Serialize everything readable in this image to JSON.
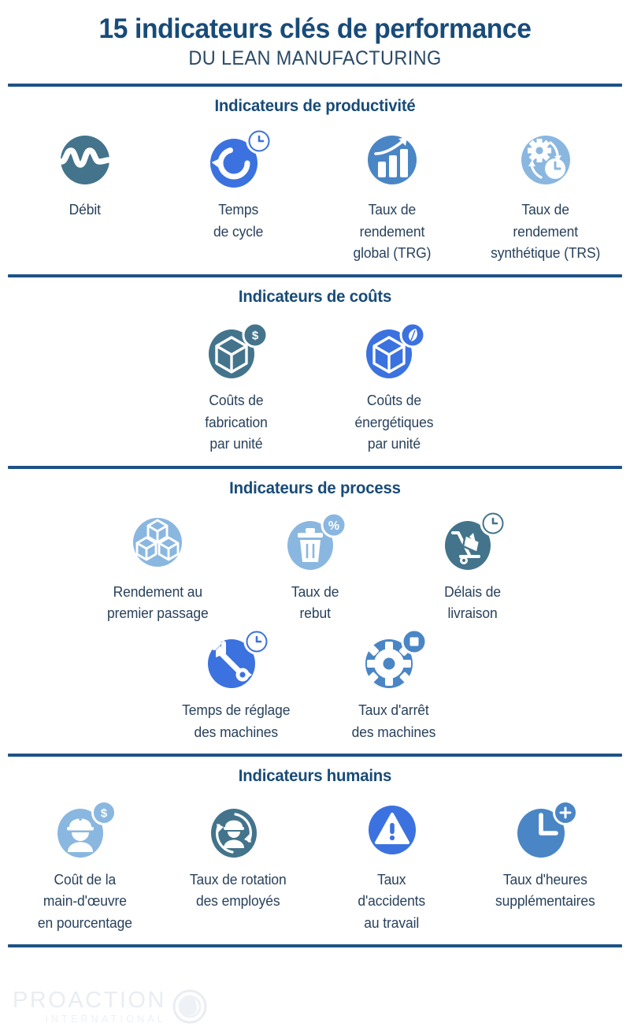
{
  "header": {
    "title": "15 indicateurs clés de performance",
    "subtitle": "DU LEAN MANUFACTURING"
  },
  "colors": {
    "navy": "#184b78",
    "bright_blue": "#3b72df",
    "medium_blue": "#4a86c5",
    "light_blue": "#8ab7e0",
    "teal": "#43748c",
    "label_text": "#28415c",
    "divider": "#1d5286",
    "watermark": "#e9edf2"
  },
  "sections": [
    {
      "title": "Indicateurs de productivité",
      "rows": [
        {
          "items": [
            {
              "label": "Débit",
              "icon": "throughput-wave-icon",
              "color": "teal",
              "badge": "none"
            },
            {
              "label": "Temps\nde cycle",
              "icon": "cycle-time-icon",
              "color": "bright_blue",
              "badge": "clock"
            },
            {
              "label": "Taux de\nrendement\nglobal (TRG)",
              "icon": "bar-chart-growth-icon",
              "color": "medium_blue",
              "badge": "none"
            },
            {
              "label": "Taux de\nrendement\nsynthétique (TRS)",
              "icon": "gear-clock-cycle-icon",
              "color": "light_blue",
              "badge": "none"
            }
          ]
        }
      ]
    },
    {
      "title": "Indicateurs de coûts",
      "rows": [
        {
          "items": [
            {
              "label": "Coûts de\nfabrication\npar unité",
              "icon": "box-dollar-icon",
              "color": "teal",
              "badge": "dollar"
            },
            {
              "label": "Coûts de\nénergétiques\npar unité",
              "icon": "box-leaf-icon",
              "color": "bright_blue",
              "badge": "leaf"
            }
          ]
        }
      ]
    },
    {
      "title": "Indicateurs de process",
      "rows": [
        {
          "items": [
            {
              "label": "Rendement au\npremier passage",
              "icon": "stacked-cubes-icon",
              "color": "light_blue",
              "badge": "none"
            },
            {
              "label": "Taux de\nrebut",
              "icon": "trash-bin-icon",
              "color": "light_blue",
              "badge": "percent"
            },
            {
              "label": "Délais de\nlivraison",
              "icon": "hand-truck-delivery-icon",
              "color": "teal",
              "badge": "clock"
            }
          ]
        },
        {
          "items": [
            {
              "label": "Temps de réglage\ndes machines",
              "icon": "wrench-icon",
              "color": "bright_blue",
              "badge": "clock"
            },
            {
              "label": "Taux d'arrêt\ndes machines",
              "icon": "gear-icon",
              "color": "medium_blue",
              "badge": "stop-square"
            }
          ]
        }
      ]
    },
    {
      "title": "Indicateurs humains",
      "rows": [
        {
          "items": [
            {
              "label": "Coût de la\nmain-d'œuvre\nen pourcentage",
              "icon": "worker-helmet-icon",
              "color": "light_blue",
              "badge": "dollar"
            },
            {
              "label": "Taux de rotation\ndes employés",
              "icon": "worker-rotation-icon",
              "color": "teal",
              "badge": "none"
            },
            {
              "label": "Taux\nd'accidents\nau travail",
              "icon": "warning-triangle-icon",
              "color": "bright_blue",
              "badge": "none"
            },
            {
              "label": "Taux d'heures\nsupplémentaires",
              "icon": "clock-plus-icon",
              "color": "medium_blue",
              "badge": "plus"
            }
          ]
        }
      ]
    }
  ],
  "footer": {
    "logo_main": "PROACTION",
    "logo_sub": "INTERNATIONAL",
    "logo_mark": "copyright-circle-icon"
  }
}
